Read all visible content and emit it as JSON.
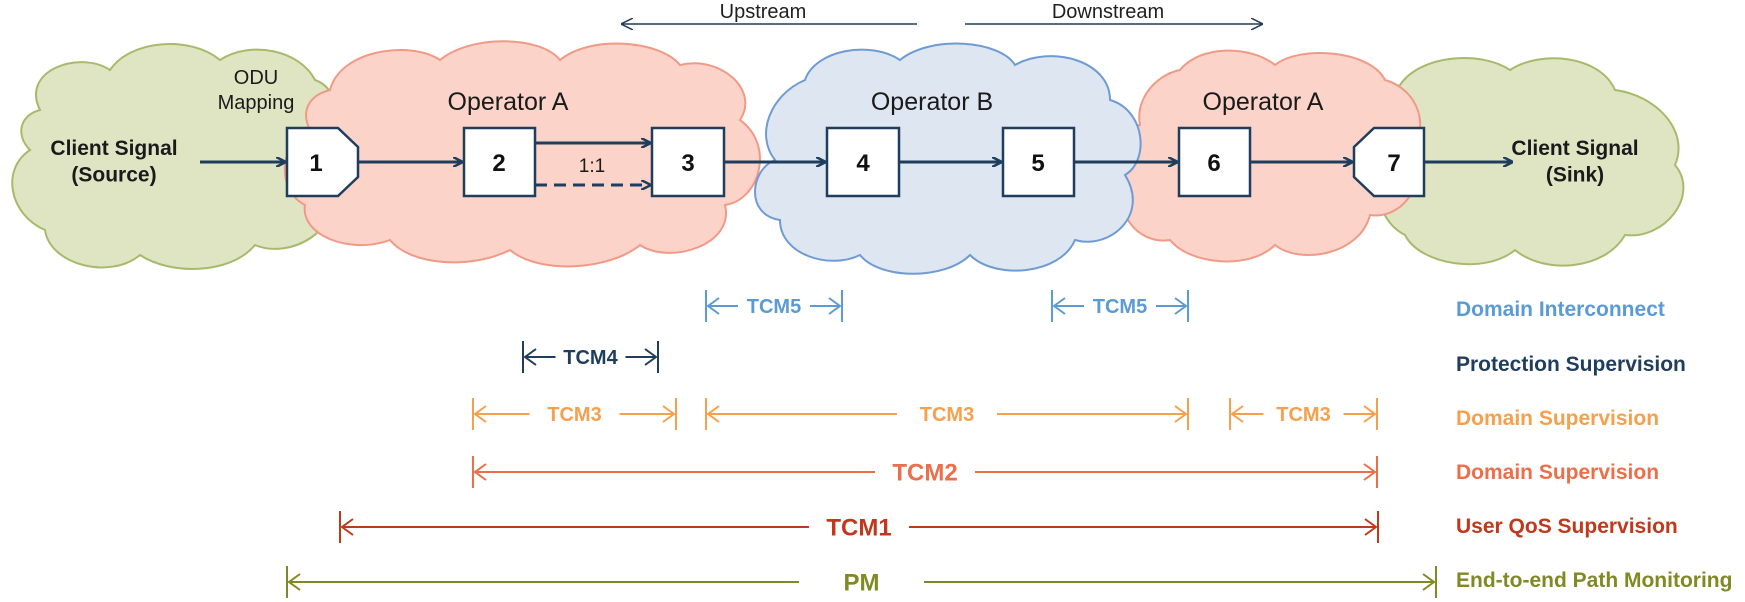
{
  "direction": {
    "upstream": "Upstream",
    "downstream": "Downstream"
  },
  "clouds": {
    "source": "Client Signal\n(Source)",
    "sink": "Client Signal\n(Sink)",
    "op_a_left": "Operator A",
    "op_b": "Operator B",
    "op_a_right": "Operator A"
  },
  "odu_mapping": "ODU\nMapping",
  "nodes": [
    "1",
    "2",
    "3",
    "4",
    "5",
    "6",
    "7"
  ],
  "protection": "1:1",
  "segments": {
    "tcm5_left": "TCM5",
    "tcm5_right": "TCM5",
    "tcm4": "TCM4",
    "tcm3_a": "TCM3",
    "tcm3_b": "TCM3",
    "tcm3_c": "TCM3",
    "tcm2": "TCM2",
    "tcm1": "TCM1",
    "pm": "PM"
  },
  "legend": [
    {
      "label": "Domain Interconnect",
      "color": "#5b9bd5"
    },
    {
      "label": "Protection Supervision",
      "color": "#1f3d5c"
    },
    {
      "label": "Domain Supervision",
      "color": "#f6a04d"
    },
    {
      "label": "Domain Supervision",
      "color": "#ec6e4a"
    },
    {
      "label": "User QoS Supervision",
      "color": "#c0391b"
    },
    {
      "label": "End-to-end Path Monitoring",
      "color": "#7f8a25"
    }
  ],
  "colors": {
    "green_cloud": "#dfe5c3",
    "green_stroke": "#a9b96b",
    "pink_cloud": "#fbd3c8",
    "pink_stroke": "#f09a86",
    "blue_cloud": "#dde6f1",
    "blue_stroke": "#6f9bd3",
    "navy": "#1f3d5c"
  }
}
